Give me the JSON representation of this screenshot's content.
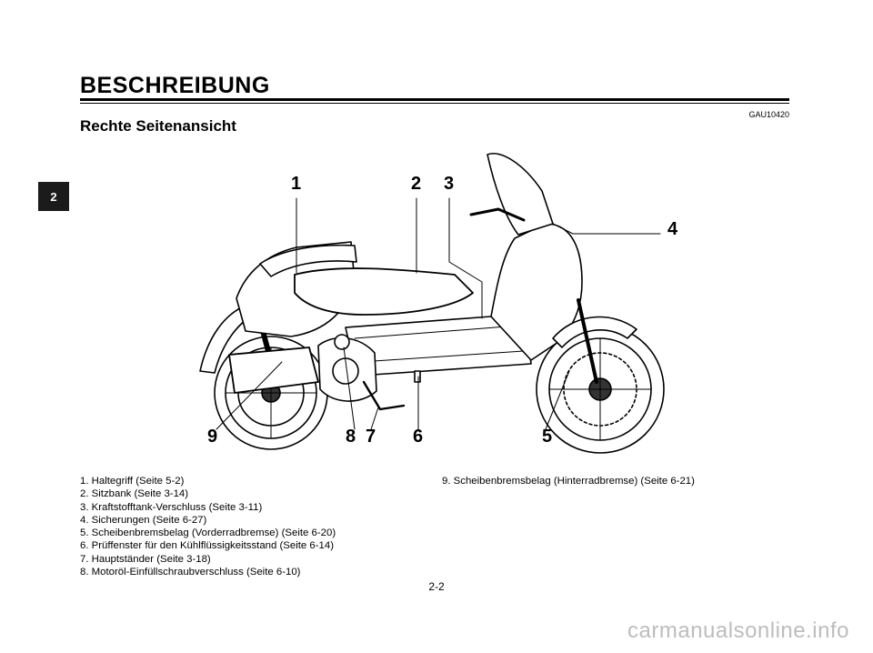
{
  "header": {
    "title": "BESCHREIBUNG",
    "ref_code": "GAU10420",
    "section_title": "Rechte Seitenansicht",
    "chapter_tab": "2"
  },
  "callouts": [
    "1",
    "2",
    "3",
    "4",
    "5",
    "6",
    "7",
    "8",
    "9"
  ],
  "legend": {
    "left": [
      "1. Haltegriff (Seite 5-2)",
      "2. Sitzbank (Seite 3-14)",
      "3. Kraftstofftank-Verschluss (Seite 3-11)",
      "4. Sicherungen (Seite 6-27)",
      "5. Scheibenbremsbelag  (Vorderradbremse) (Seite 6-20)",
      "6. Prüffenster für den Kühlflüssigkeitsstand (Seite 6-14)",
      "7. Hauptständer (Seite 3-18)",
      "8. Motoröl-Einfüllschraubverschluss (Seite 6-10)"
    ],
    "right": [
      "9. Scheibenbremsbelag (Hinterradbremse) (Seite 6-21)"
    ]
  },
  "footer": {
    "page_number": "2-2",
    "watermark": "carmanualsonline.info"
  }
}
